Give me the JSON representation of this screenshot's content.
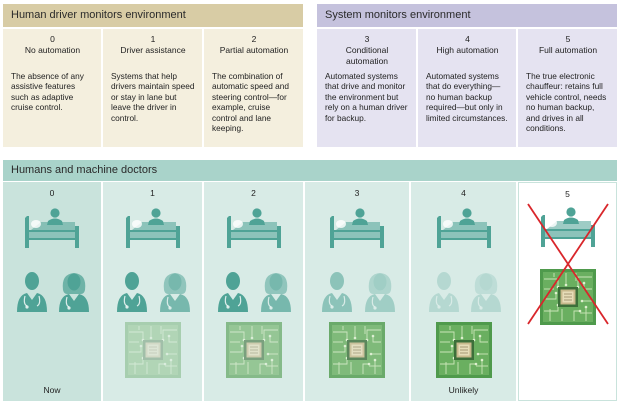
{
  "groups": {
    "human_driver": "Human driver monitors environment",
    "system": "System monitors environment",
    "doctors": "Humans and machine doctors"
  },
  "levels": [
    {
      "num": "0",
      "name": "No automation",
      "desc": "The absence of any assistive features such as adaptive cruise control."
    },
    {
      "num": "1",
      "name": "Driver assistance",
      "desc": "Systems that help drivers maintain speed or stay in lane but leave the driver in control."
    },
    {
      "num": "2",
      "name": "Partial automation",
      "desc": "The combination of automatic speed and steering control—for example, cruise control and lane keeping."
    },
    {
      "num": "3",
      "name": "Conditional automation",
      "desc": "Automated systems that drive and monitor the environment but rely on a human driver for backup."
    },
    {
      "num": "4",
      "name": "High automation",
      "desc": "Automated systems that do everything—no human backup required—but only in limited circumstances."
    },
    {
      "num": "5",
      "name": "Full automation",
      "desc": "The true electronic chauffeur: retains full vehicle control, needs no human backup, and drives in all conditions."
    }
  ],
  "doctor_levels": [
    {
      "num": "0",
      "footer": "Now"
    },
    {
      "num": "1",
      "footer": ""
    },
    {
      "num": "2",
      "footer": ""
    },
    {
      "num": "3",
      "footer": ""
    },
    {
      "num": "4",
      "footer": "Unlikely"
    },
    {
      "num": "5",
      "footer": ""
    }
  ],
  "icons": {
    "bed": "patient-in-bed-icon",
    "doctor_male": "male-doctor-icon",
    "doctor_female": "female-doctor-icon",
    "chip": "ai-chip-icon",
    "cross": "red-cross-icon"
  },
  "colors": {
    "human_header": "#d8cca5",
    "human_body": "#f4efde",
    "system_header": "#c5c2dd",
    "system_body": "#e5e3f1",
    "doctor_header": "#a9d3ca",
    "teal": "#4fa396",
    "chip_green": "#5aa155",
    "cross_red": "#d9262b"
  }
}
